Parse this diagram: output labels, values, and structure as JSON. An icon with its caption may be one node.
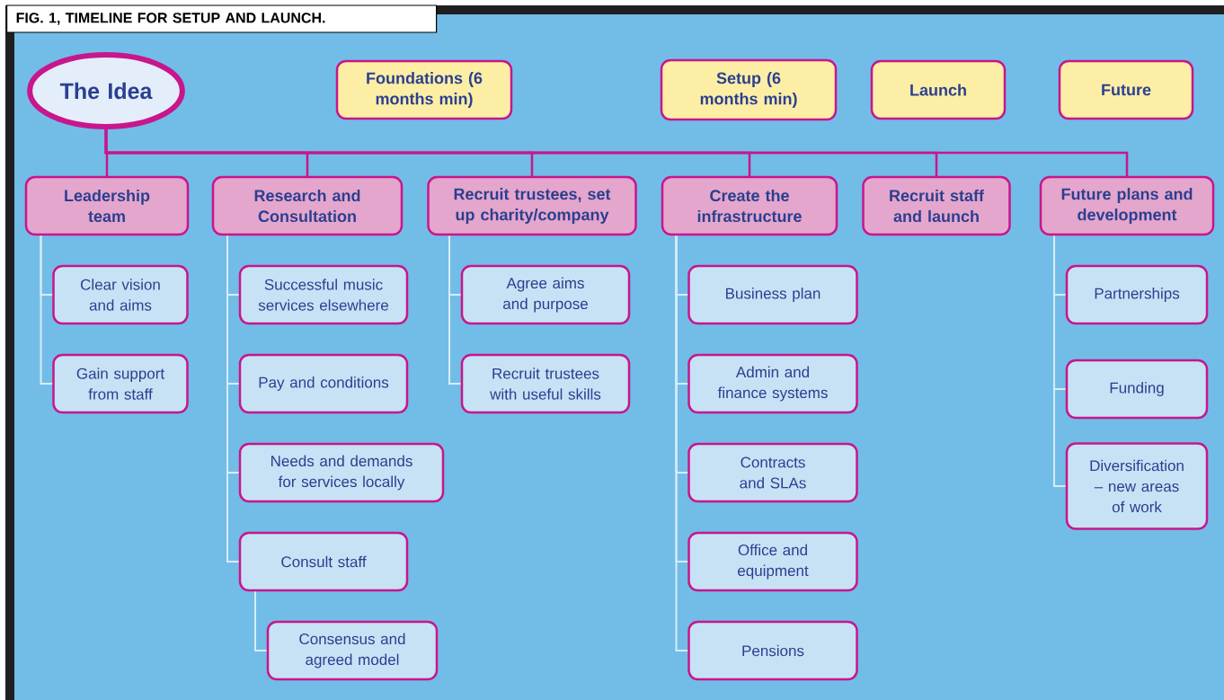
{
  "diagram": {
    "title": "FIG. 1, TIMELINE FOR SETUP AND LAUNCH.",
    "nodes": [
      {
        "text": [
          "The Idea"
        ]
      },
      {
        "text": [
          "Foundations (6 months min)"
        ]
      },
      {
        "text": [
          "Setup (6 months min)"
        ]
      },
      {
        "text": [
          "Launch"
        ]
      },
      {
        "text": [
          "Future"
        ]
      },
      {
        "text": [
          "Leadership team"
        ]
      },
      {
        "text": [
          "Research and Consultation"
        ]
      },
      {
        "text": [
          "Recruit trustees, set up charity/company"
        ]
      },
      {
        "text": [
          "Create the infrastructure"
        ]
      },
      {
        "text": [
          "Recruit staff and launch"
        ]
      },
      {
        "text": [
          "Future plans and development"
        ]
      },
      {
        "text": [
          "Clear vision and aims"
        ]
      },
      {
        "text": [
          "Gain support from staff"
        ]
      },
      {
        "text": [
          "Successful music services elsewhere"
        ]
      },
      {
        "text": [
          "Pay and conditions"
        ]
      },
      {
        "text": [
          "Needs and demands for services locally"
        ]
      },
      {
        "text": [
          "Consult staff"
        ]
      },
      {
        "text": [
          "Consensus and agreed model"
        ]
      },
      {
        "text": [
          "Agree aims and purpose"
        ]
      },
      {
        "text": [
          "Recruit trustees with useful skills"
        ]
      },
      {
        "text": [
          "Business plan"
        ]
      },
      {
        "text": [
          "Admin and finance systems"
        ]
      },
      {
        "text": [
          "Contracts and SLAs"
        ]
      },
      {
        "text": [
          "Office and equipment"
        ]
      },
      {
        "text": [
          "Pensions"
        ]
      },
      {
        "text": [
          "Partnerships"
        ]
      },
      {
        "text": [
          "Funding"
        ]
      },
      {
        "text": [
          "Diversification – new areas of work"
        ]
      }
    ],
    "edges": [
      {
        "from": 0,
        "to": 5,
        "arrow": "none",
        "color": "#c8168c"
      },
      {
        "from": 0,
        "to": 6,
        "arrow": "none",
        "color": "#c8168c"
      },
      {
        "from": 0,
        "to": 7,
        "arrow": "none",
        "color": "#c8168c"
      },
      {
        "from": 0,
        "to": 8,
        "arrow": "none",
        "color": "#c8168c"
      },
      {
        "from": 0,
        "to": 9,
        "arrow": "none",
        "color": "#c8168c"
      },
      {
        "from": 0,
        "to": 10,
        "arrow": "none",
        "color": "#c8168c"
      },
      {
        "from": 5,
        "to": 11,
        "arrow": "none"
      },
      {
        "from": 5,
        "to": 12,
        "arrow": "none"
      },
      {
        "from": 6,
        "to": 13,
        "arrow": "none"
      },
      {
        "from": 6,
        "to": 14,
        "arrow": "none"
      },
      {
        "from": 6,
        "to": 15,
        "arrow": "none"
      },
      {
        "from": 6,
        "to": 16,
        "arrow": "none"
      },
      {
        "from": 16,
        "to": 17,
        "arrow": "none"
      },
      {
        "from": 7,
        "to": 18,
        "arrow": "none"
      },
      {
        "from": 7,
        "to": 19,
        "arrow": "none"
      },
      {
        "from": 8,
        "to": 20,
        "arrow": "none"
      },
      {
        "from": 8,
        "to": 21,
        "arrow": "none"
      },
      {
        "from": 8,
        "to": 22,
        "arrow": "none"
      },
      {
        "from": 8,
        "to": 23,
        "arrow": "none"
      },
      {
        "from": 8,
        "to": 24,
        "arrow": "none"
      },
      {
        "from": 10,
        "to": 25,
        "arrow": "none"
      },
      {
        "from": 10,
        "to": 26,
        "arrow": "none"
      },
      {
        "from": 10,
        "to": 27,
        "arrow": "none"
      }
    ]
  }
}
